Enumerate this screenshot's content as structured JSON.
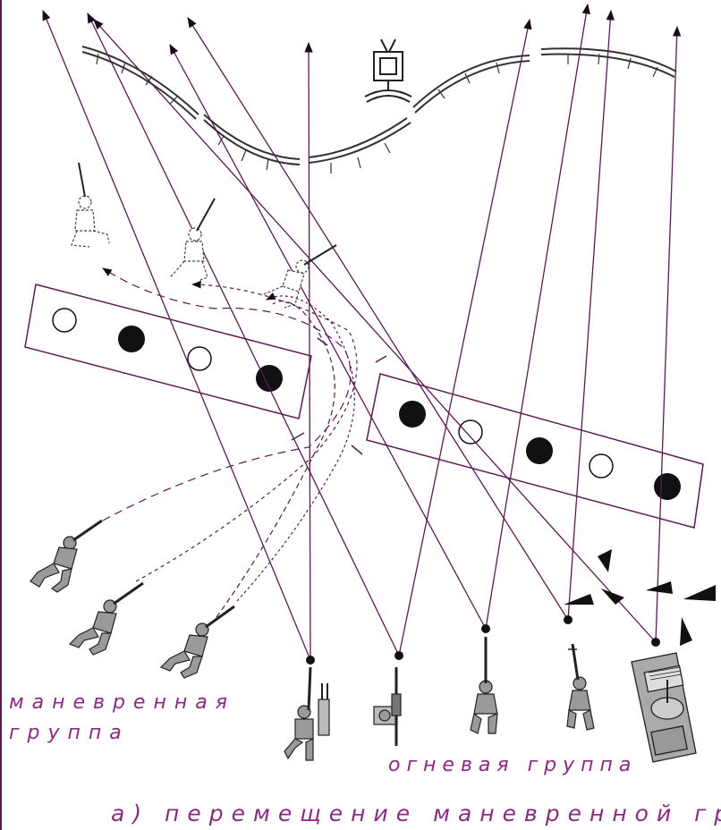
{
  "labels": {
    "maneuver_group": "маневренная\nгруппа",
    "fire_group": "огневая группа",
    "caption": "а) перемещение маневренной группы"
  },
  "colors": {
    "line": "#5a1a52",
    "text": "#8a2a82",
    "figure_fill": "#9a9a9a",
    "figure_dark": "#3a3a3a",
    "target_fill": "#111111"
  },
  "icons": [
    "soldier-figure-icon",
    "tank-icon",
    "tv-camera-icon",
    "target-icon"
  ]
}
